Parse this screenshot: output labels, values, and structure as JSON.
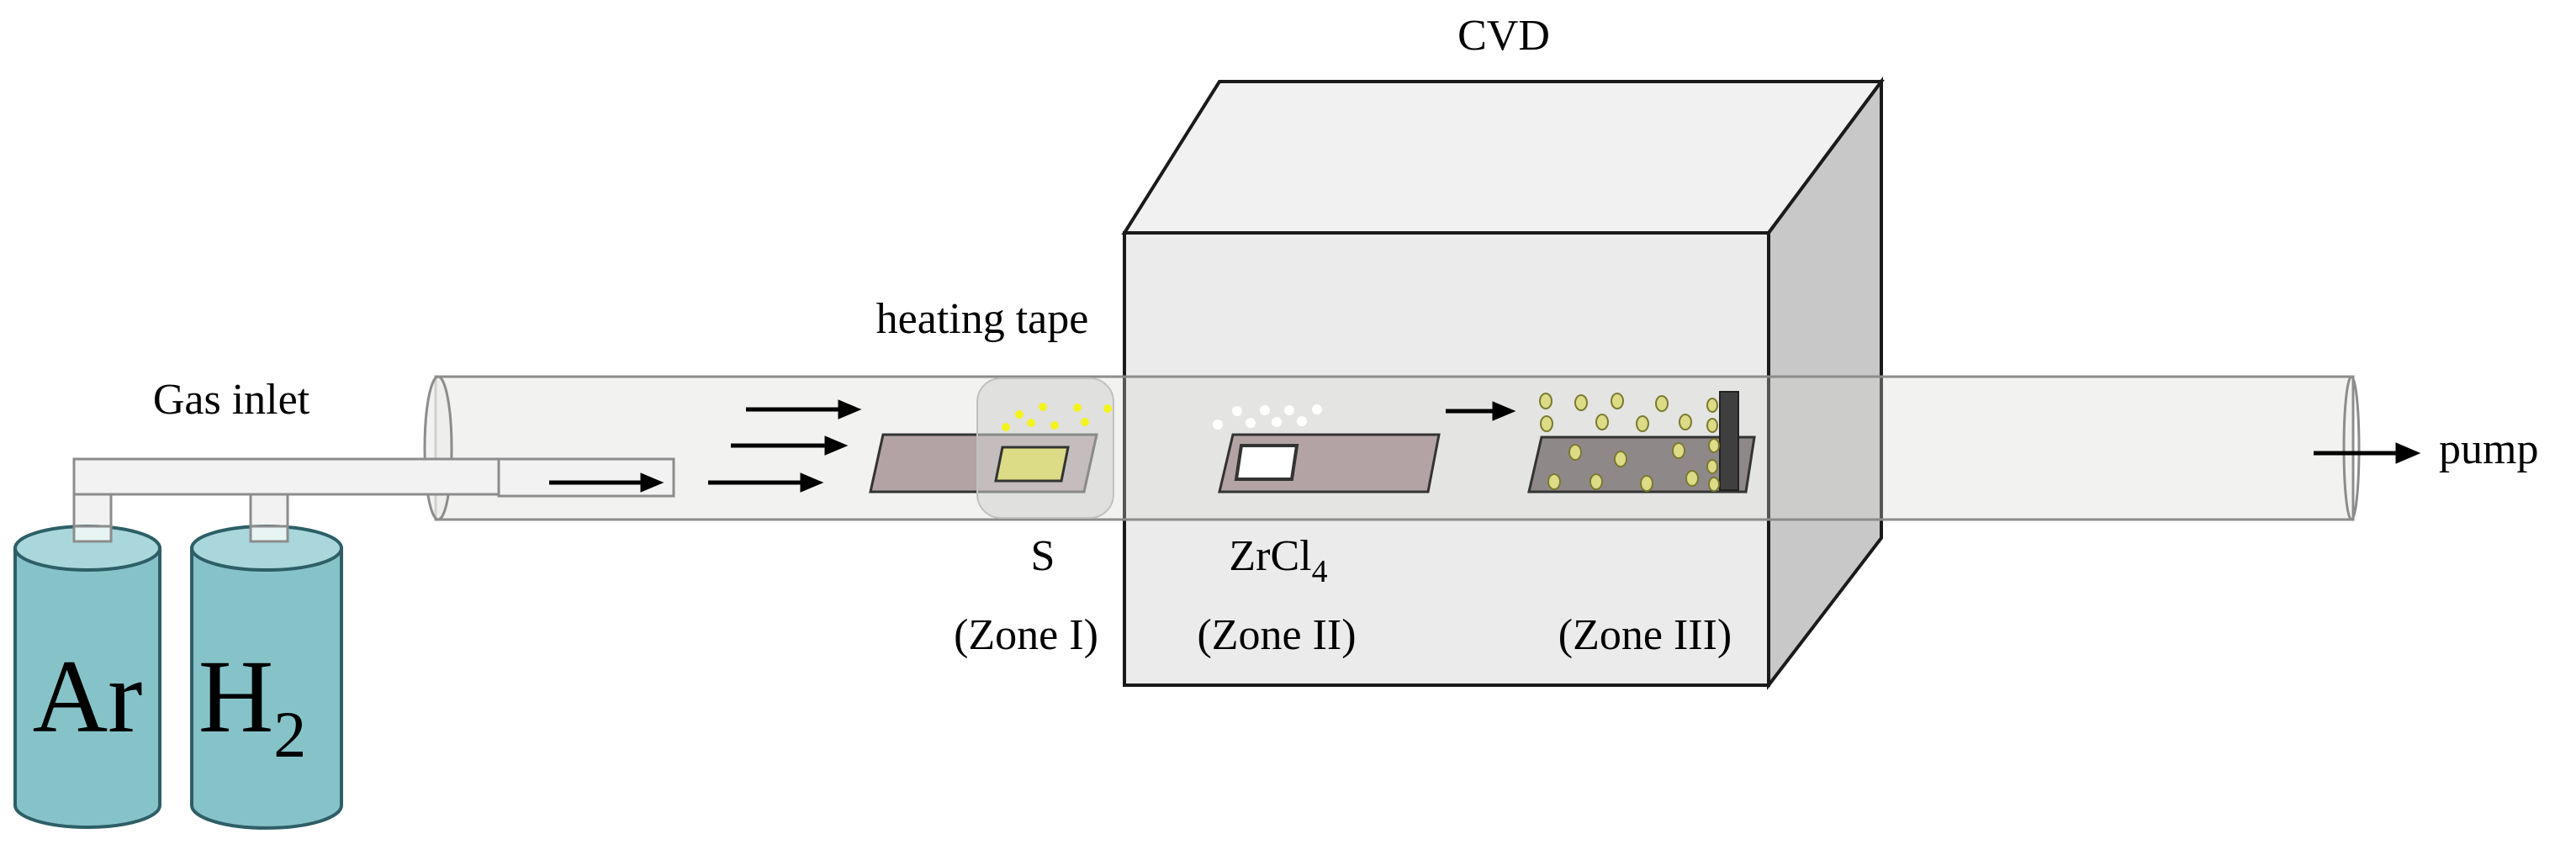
{
  "labels": {
    "cvd": "CVD",
    "heating_tape": "heating tape",
    "gas_inlet": "Gas inlet",
    "pump": "pump",
    "sulfur": "S",
    "zrcl4_base": "ZrCl",
    "zrcl4_sub": "4",
    "zone_1": "(Zone I)",
    "zone_2": "(Zone II)",
    "zone_3": "(Zone III)"
  },
  "cylinders": {
    "ar": "Ar",
    "h2_base": "H",
    "h2_sub": "2"
  },
  "colors": {
    "cylinder_fill": "#86c3c9",
    "cylinder_top": "#a9d7dc",
    "cylinder_stroke": "#2e5f66",
    "substrate_fill": "#b3a3a5",
    "furnace_side": "#c8c8c8",
    "furnace_top": "#f1f1f1",
    "furnace_front": "#ebebeb",
    "tape_fill": "#d2d2d2",
    "sulfur_fill": "#dcdb86",
    "particle_yellow": "#f3f31e",
    "particle_outline": "#b7b43a",
    "deposit_plate": "#3f3f3f"
  }
}
